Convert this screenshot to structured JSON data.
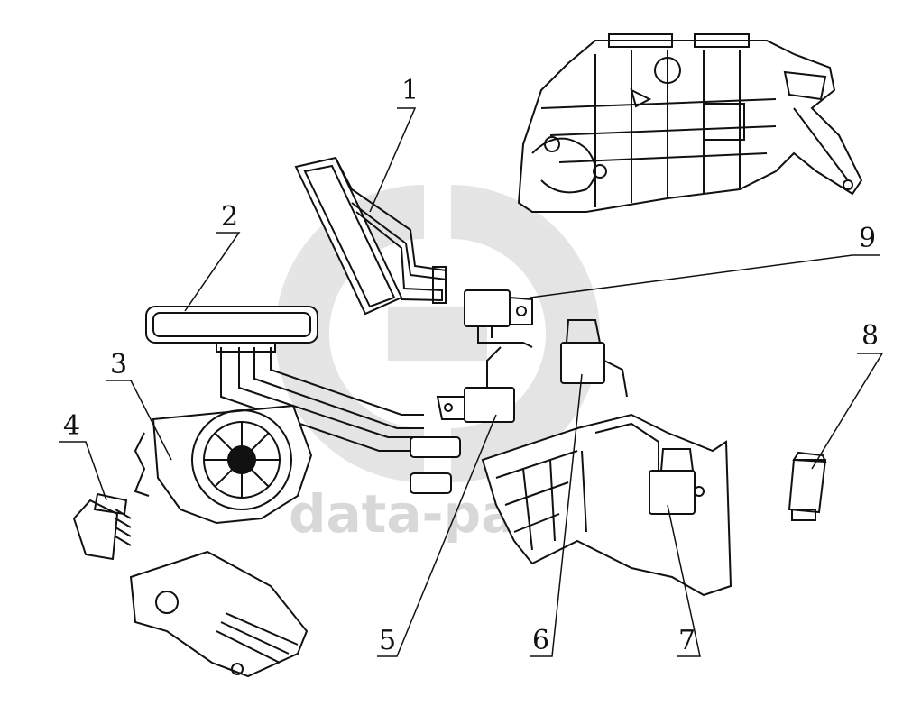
{
  "diagram": {
    "line_color": "#111111",
    "watermark_color": "#d0d0d0",
    "watermark_text": "data-parts",
    "callouts": [
      {
        "id": "1",
        "label": "1"
      },
      {
        "id": "2",
        "label": "2"
      },
      {
        "id": "3",
        "label": "3"
      },
      {
        "id": "4",
        "label": "4"
      },
      {
        "id": "5",
        "label": "5"
      },
      {
        "id": "6",
        "label": "6"
      },
      {
        "id": "7",
        "label": "7"
      },
      {
        "id": "8",
        "label": "8"
      },
      {
        "id": "9",
        "label": "9"
      }
    ]
  }
}
